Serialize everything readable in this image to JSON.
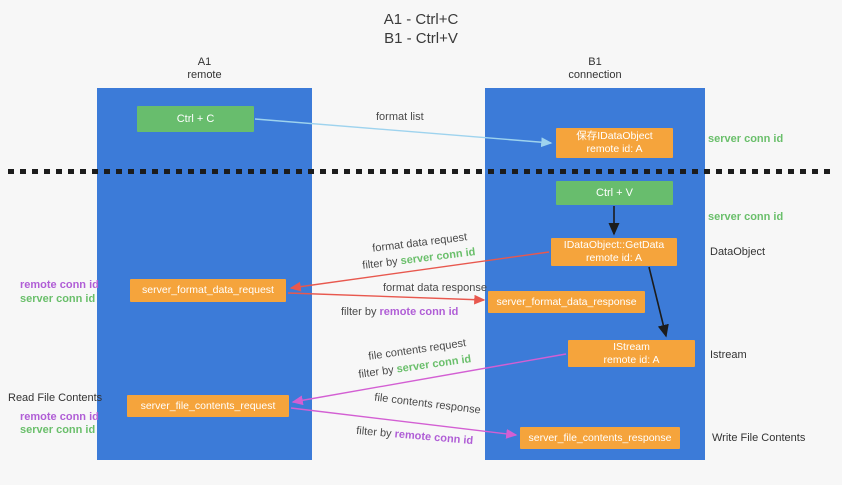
{
  "title": {
    "line1": "A1 - Ctrl+C",
    "line2": "B1 - Ctrl+V"
  },
  "lifelines": {
    "a1": {
      "name": "A1",
      "role": "remote"
    },
    "b1": {
      "name": "B1",
      "role": "connection"
    }
  },
  "nodes": {
    "ctrl_c": {
      "label": "Ctrl + C"
    },
    "ctrl_v": {
      "label": "Ctrl + V"
    },
    "save_dataobject": {
      "line1": "保存IDataObject",
      "line2": "remote id: A"
    },
    "getdata": {
      "line1": "IDataObject::GetData",
      "line2": "remote id: A"
    },
    "istream": {
      "line1": "IStream",
      "line2": "remote id: A"
    },
    "format_request": {
      "label": "server_format_data_request"
    },
    "format_response": {
      "label": "server_format_data_response"
    },
    "file_request": {
      "label": "server_file_contents_request"
    },
    "file_response": {
      "label": "server_file_contents_response"
    }
  },
  "arrow_labels": {
    "format_list": "format list",
    "format_data_request": "format data request",
    "format_data_response": "format data response",
    "file_contents_request": "file contents request",
    "file_contents_response": "file contents response"
  },
  "terms": {
    "filter_by": "filter by ",
    "server_conn_id": "server conn id",
    "remote_conn_id": "remote conn id"
  },
  "side_labels": {
    "dataobject": "DataObject",
    "istream": "Istream",
    "read_file_contents": "Read File Contents",
    "write_file_contents": "Write File Contents"
  },
  "colors": {
    "lifeline_blue": "#3c7bd8",
    "action_green": "#68bd6d",
    "message_orange": "#f5a43c",
    "request_arrow_red": "#e8584e",
    "response_arrow_magenta": "#d35fd3",
    "format_list_arrow_blue": "#9ed3ee",
    "black_arrow": "#1c1c1c",
    "server_conn_green": "#6abf6b",
    "remote_conn_purple": "#b05ed6",
    "background": "#f7f7f7"
  }
}
